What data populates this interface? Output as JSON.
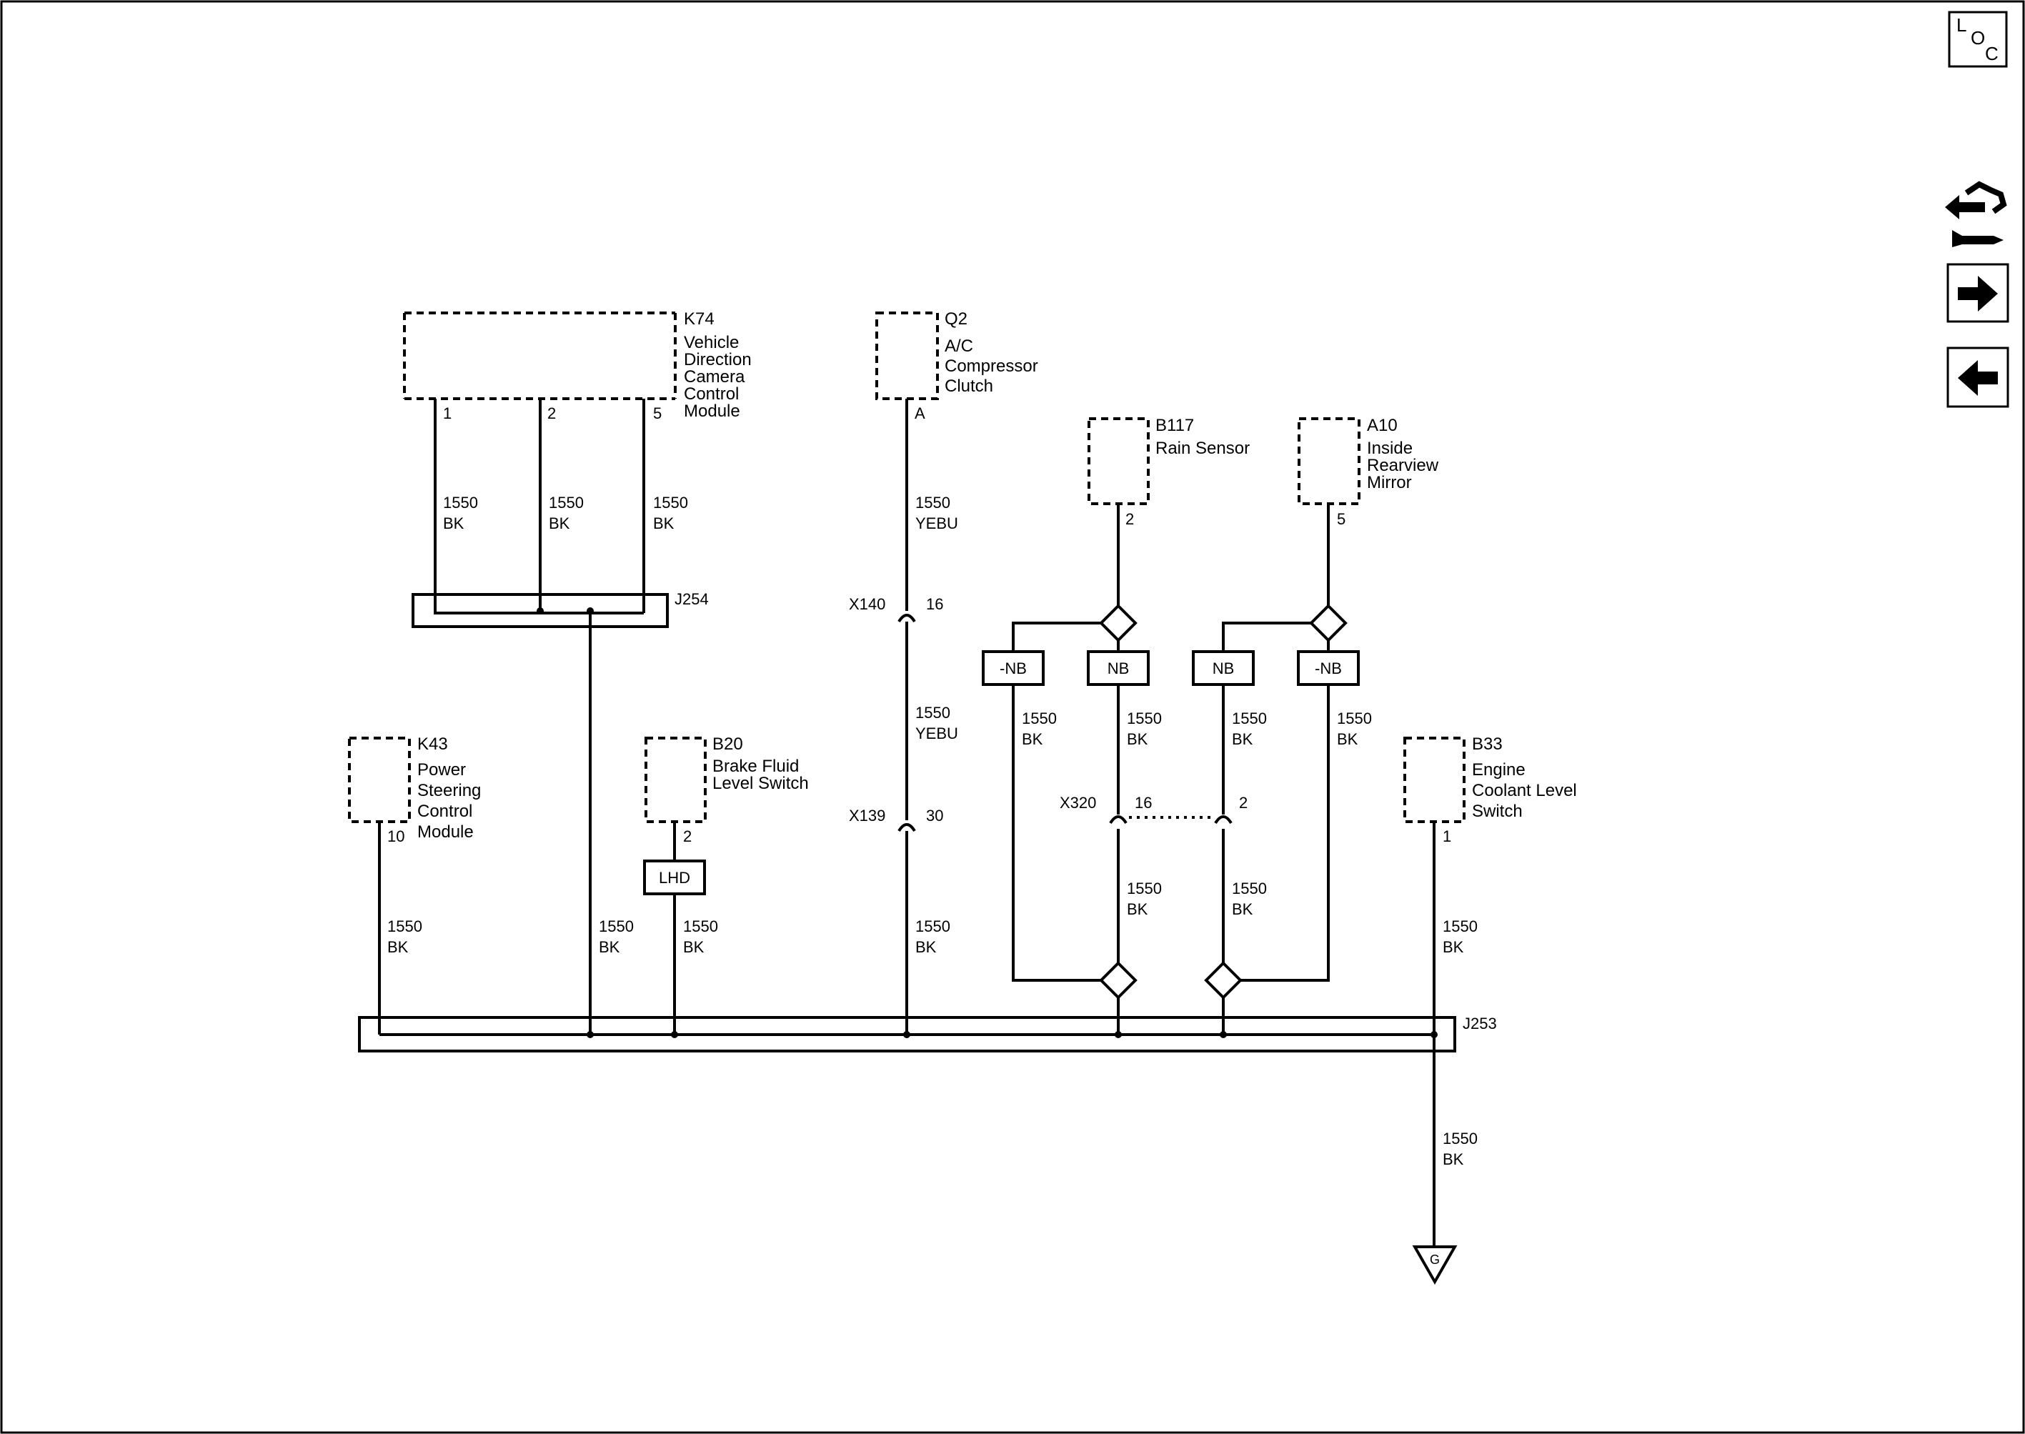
{
  "nav": {
    "loc": {
      "l": "L",
      "o": "O",
      "c": "C"
    }
  },
  "components": {
    "k74": {
      "id": "K74",
      "name": [
        "Vehicle",
        "Direction",
        "Camera",
        "Control",
        "Module"
      ],
      "pins": [
        "1",
        "2",
        "5"
      ]
    },
    "q2": {
      "id": "Q2",
      "name": [
        "A/C",
        "Compressor",
        "Clutch"
      ],
      "pin": "A"
    },
    "b117": {
      "id": "B117",
      "name": [
        "Rain Sensor"
      ],
      "pin": "2"
    },
    "a10": {
      "id": "A10",
      "name": [
        "Inside",
        "Rearview",
        "Mirror"
      ],
      "pin": "5"
    },
    "k43": {
      "id": "K43",
      "name": [
        "Power",
        "Steering",
        "Control",
        "Module"
      ],
      "pin": "10"
    },
    "b20": {
      "id": "B20",
      "name": [
        "Brake Fluid",
        "Level Switch"
      ],
      "pin": "2"
    },
    "b33": {
      "id": "B33",
      "name": [
        "Engine",
        "Coolant Level",
        "Switch"
      ],
      "pin": "1"
    }
  },
  "splices": {
    "j254": "J254",
    "j253": "J253"
  },
  "connectors": {
    "x140": {
      "id": "X140",
      "pin": "16"
    },
    "x139": {
      "id": "X139",
      "pin": "30"
    },
    "x320": {
      "id": "X320",
      "pin_left": "16",
      "pin_right": "2"
    }
  },
  "options": {
    "nb": "NB",
    "not_nb": "-NB",
    "lhd": "LHD"
  },
  "wire": {
    "circuit": "1550",
    "bk": "BK",
    "yebu": "YEBU"
  },
  "ground": {
    "label": "G"
  }
}
